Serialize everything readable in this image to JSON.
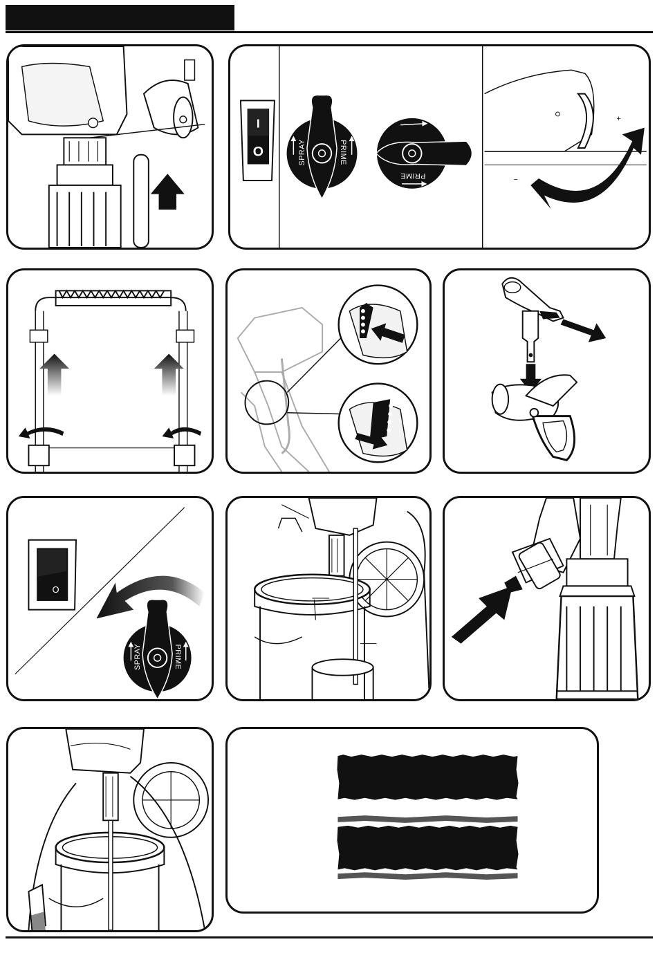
{
  "switch": {
    "on_symbol": "I",
    "off_symbol": "O",
    "off_label": "O"
  },
  "knob": {
    "spray_label": "SPRAY",
    "prime_label": "PRIME"
  },
  "pressure": {
    "plus_symbol": "+",
    "minus_symbol": "−"
  },
  "colors": {
    "ink": "#111111",
    "gray": "#555555",
    "paper": "#ffffff"
  },
  "icons": [
    "arrow-up-icon",
    "rotate-arrow-icon",
    "arrow-right-icon",
    "arrow-down-icon",
    "curved-arrow-icon"
  ]
}
